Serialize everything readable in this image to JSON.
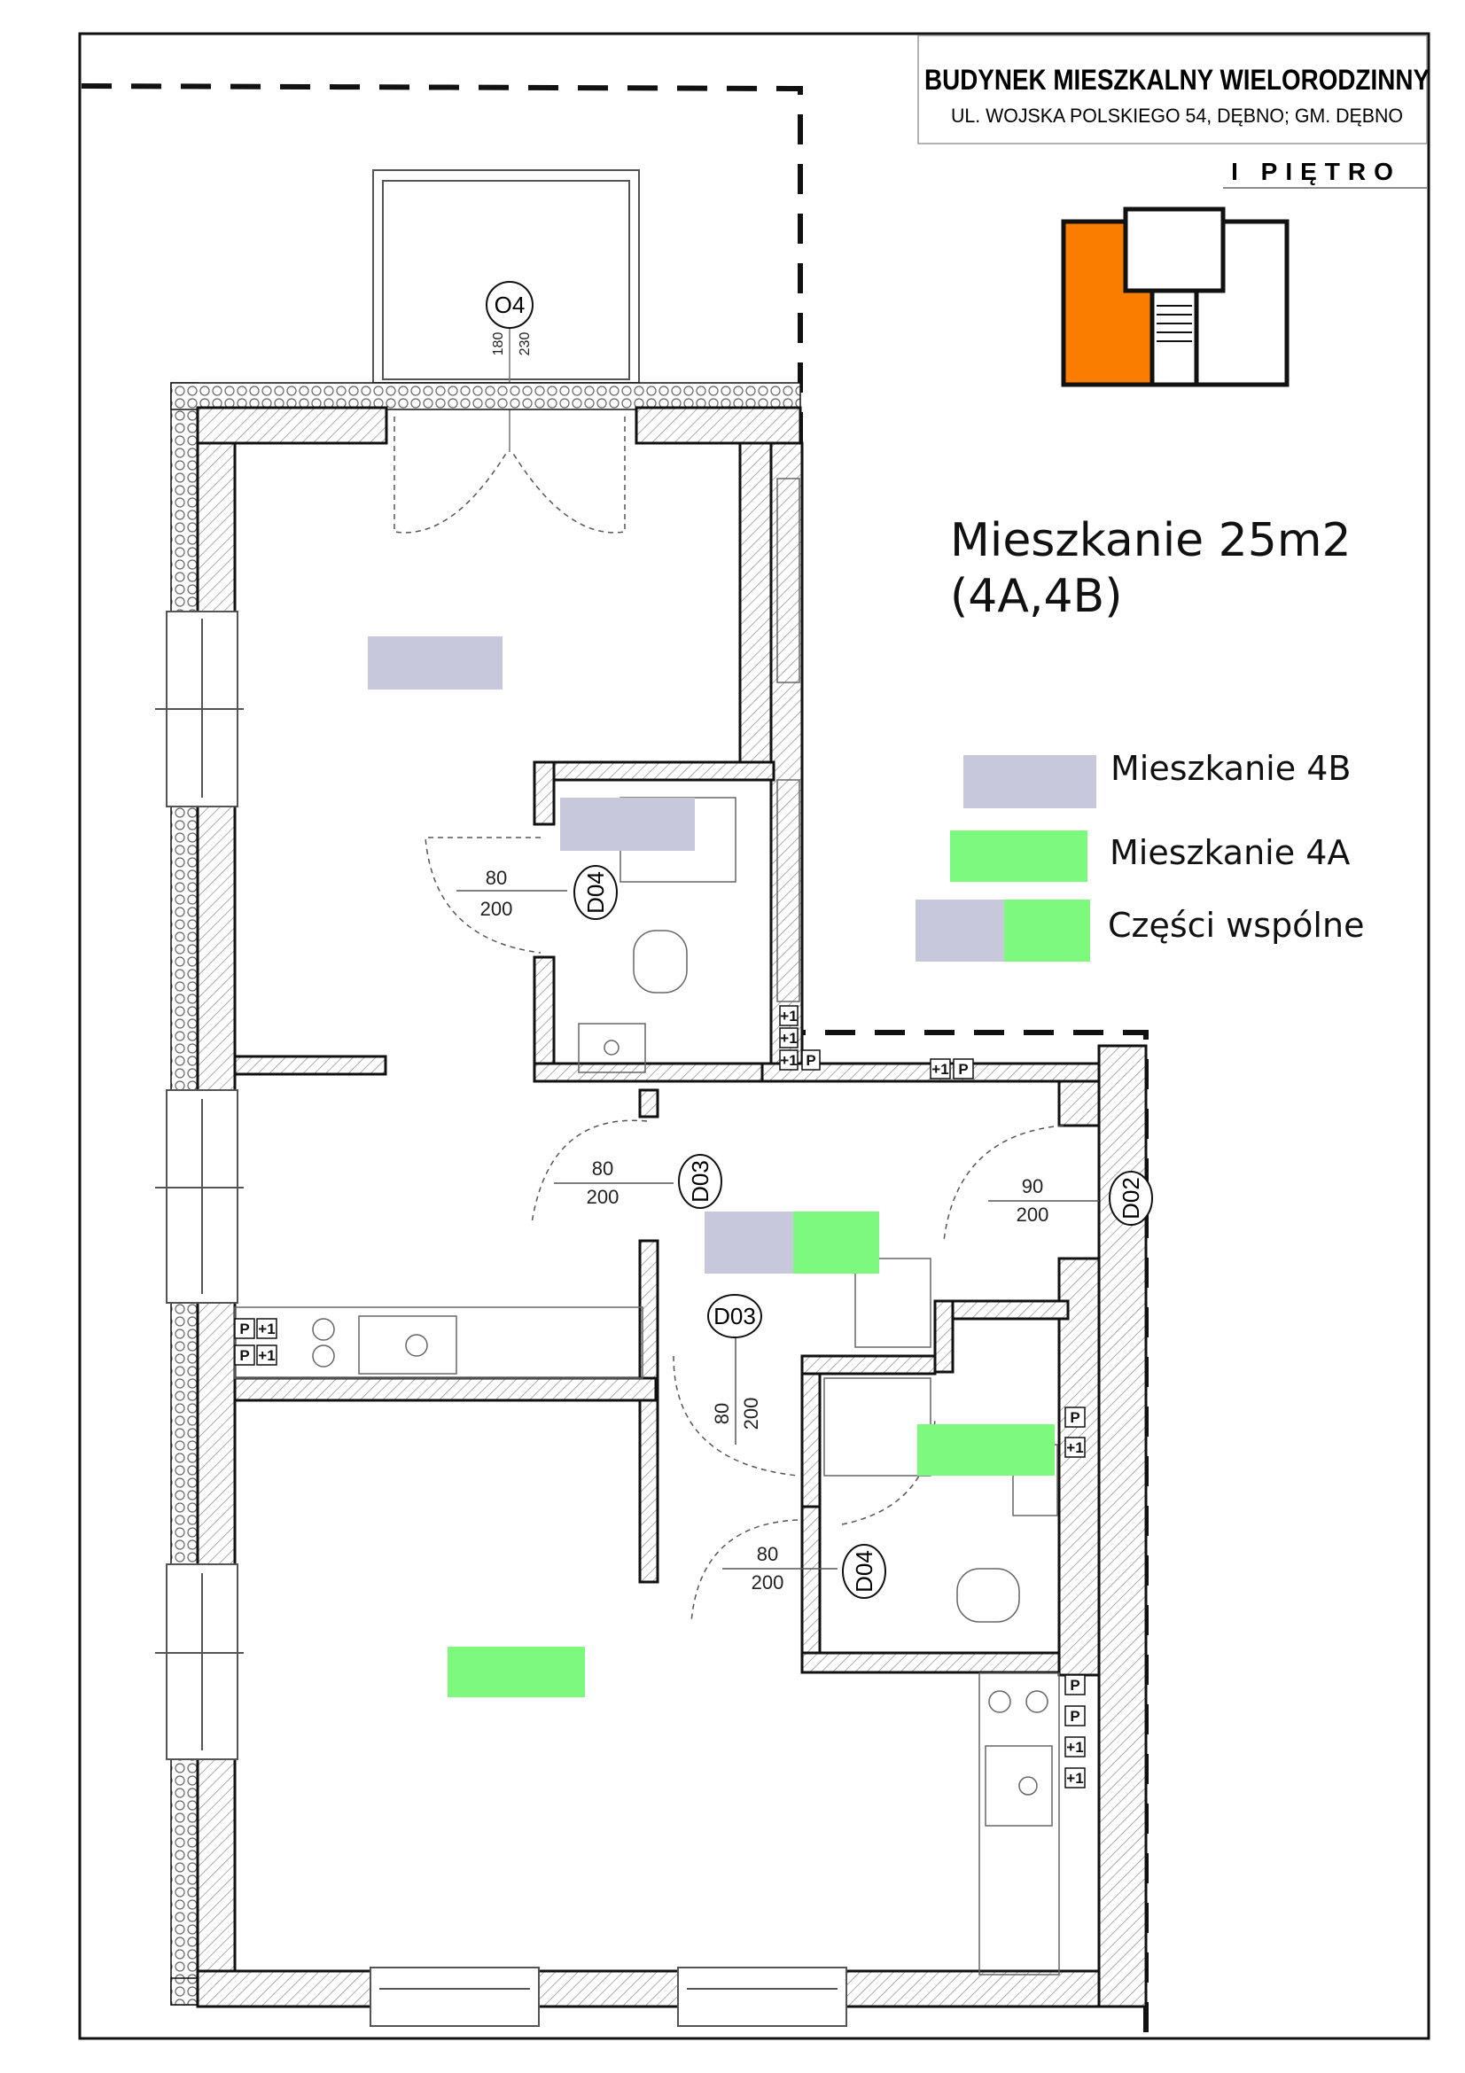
{
  "header": {
    "title": "BUDYNEK MIESZKALNY WIELORODZINNY",
    "address": "UL. WOJSKA POLSKIEGO 54, DĘBNO; GM. DĘBNO",
    "floor": "I PIĘTRO"
  },
  "apartment": {
    "line1": "Mieszkanie 25m2",
    "line2": "(4A,4B)"
  },
  "legend": [
    {
      "label": "Mieszkanie 4B",
      "colors": [
        "#c8c8dc"
      ]
    },
    {
      "label": "Mieszkanie 4A",
      "colors": [
        "#7dfa7d"
      ]
    },
    {
      "label": "Części wspólne",
      "colors": [
        "#c8c8dc",
        "#7dfa7d"
      ]
    }
  ],
  "colors": {
    "apt_4b": "#c8c8dc",
    "apt_4a": "#7dfa7d",
    "key_plan_highlight": "#fb7d00",
    "wall": "#111111",
    "hatch": "#777777"
  },
  "window_tag": {
    "code": "O4",
    "dim_a": "180",
    "dim_b": "230"
  },
  "doors": [
    {
      "code": "D04",
      "width": "80",
      "height": "200"
    },
    {
      "code": "D03",
      "width": "80",
      "height": "200"
    },
    {
      "code": "D02",
      "width": "90",
      "height": "200"
    },
    {
      "code": "D03",
      "width": "80",
      "height": "200"
    },
    {
      "code": "D04",
      "width": "80",
      "height": "200"
    }
  ],
  "vent_labels": {
    "p": "P",
    "plus1": "+1"
  }
}
